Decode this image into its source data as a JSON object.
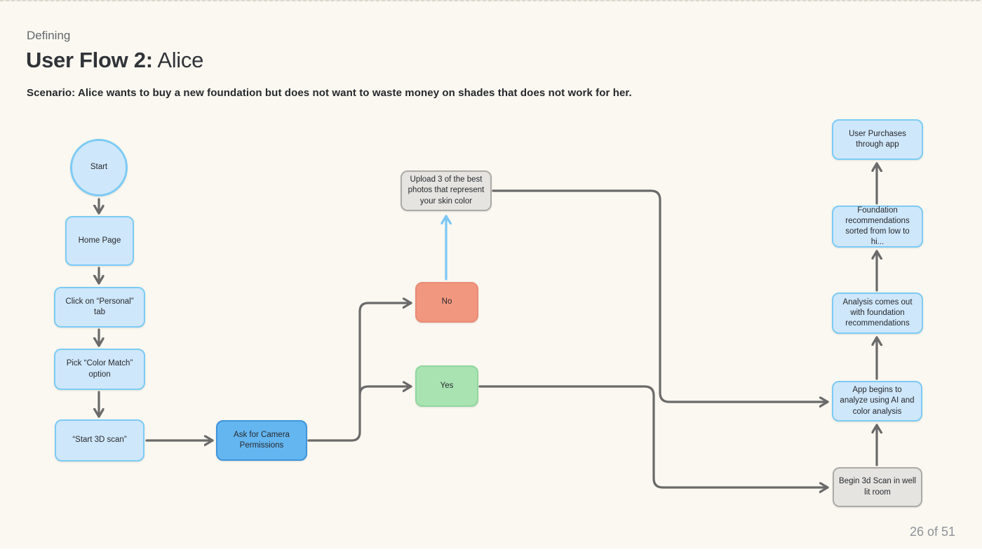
{
  "slide": {
    "eyebrow": "Defining",
    "title_bold": "User Flow 2:",
    "title_rest": "Alice",
    "scenario": "Scenario: Alice wants to buy a new foundation but does not want to waste money on shades that does not work for her.",
    "page_indicator": "26 of 51"
  },
  "colors": {
    "background": "#FAF8F0",
    "connector_gray": "#6A6A6A",
    "connector_blue": "#7CC7F3",
    "light_blue_fill": "#CFE7FA",
    "light_blue_border": "#7DCBF5",
    "blue_fill": "#64B6F0",
    "blue_border": "#3E94DB",
    "red_fill": "#F2977F",
    "red_border": "#EA8C77",
    "green_fill": "#A9E3B2",
    "green_border": "#90D69E",
    "gray_fill": "#E5E4E0",
    "gray_border": "#ACABA7",
    "title_color": "#303338",
    "eyebrow_color": "#63676D",
    "page_indicator_color": "#8F939A"
  },
  "flowchart": {
    "nodes": {
      "start": {
        "label": "Start",
        "shape": "circle",
        "style": "light-blue"
      },
      "home_page": {
        "label": "Home Page",
        "style": "light-blue"
      },
      "personal_tab": {
        "label": "Click on “Personal” tab",
        "style": "light-blue"
      },
      "color_match": {
        "label": "Pick “Color Match” option",
        "style": "light-blue"
      },
      "start_3d_scan": {
        "label": "“Start 3D scan”",
        "style": "light-blue"
      },
      "camera_permissions": {
        "label": "Ask for Camera Permissions",
        "style": "blue"
      },
      "no": {
        "label": "No",
        "style": "red"
      },
      "yes": {
        "label": "Yes",
        "style": "green"
      },
      "upload_photos": {
        "label": "Upload 3 of the best photos that represent your skin color",
        "style": "gray"
      },
      "begin_3d_scan": {
        "label": "Begin 3d Scan in well lit room",
        "style": "gray"
      },
      "app_analyzes": {
        "label": "App begins to analyze using AI and color analysis",
        "style": "light-blue"
      },
      "analysis_results": {
        "label": "Analysis comes out with foundation recommendations",
        "style": "light-blue"
      },
      "foundation_recs": {
        "label": "Foundation recommendations sorted from low to hi...",
        "style": "light-blue"
      },
      "user_purchases": {
        "label": "User Purchases through app",
        "style": "light-blue"
      }
    },
    "edges": [
      {
        "from": "start",
        "to": "home_page",
        "color": "gray"
      },
      {
        "from": "home_page",
        "to": "personal_tab",
        "color": "gray"
      },
      {
        "from": "personal_tab",
        "to": "color_match",
        "color": "gray"
      },
      {
        "from": "color_match",
        "to": "start_3d_scan",
        "color": "gray"
      },
      {
        "from": "start_3d_scan",
        "to": "camera_permissions",
        "color": "gray"
      },
      {
        "from": "camera_permissions",
        "to": "no",
        "color": "gray"
      },
      {
        "from": "camera_permissions",
        "to": "yes",
        "color": "gray"
      },
      {
        "from": "no",
        "to": "upload_photos",
        "color": "blue"
      },
      {
        "from": "upload_photos",
        "to": "app_analyzes",
        "color": "gray"
      },
      {
        "from": "yes",
        "to": "begin_3d_scan",
        "color": "gray"
      },
      {
        "from": "begin_3d_scan",
        "to": "app_analyzes",
        "color": "gray"
      },
      {
        "from": "app_analyzes",
        "to": "analysis_results",
        "color": "gray"
      },
      {
        "from": "analysis_results",
        "to": "foundation_recs",
        "color": "gray"
      },
      {
        "from": "foundation_recs",
        "to": "user_purchases",
        "color": "gray"
      }
    ]
  }
}
